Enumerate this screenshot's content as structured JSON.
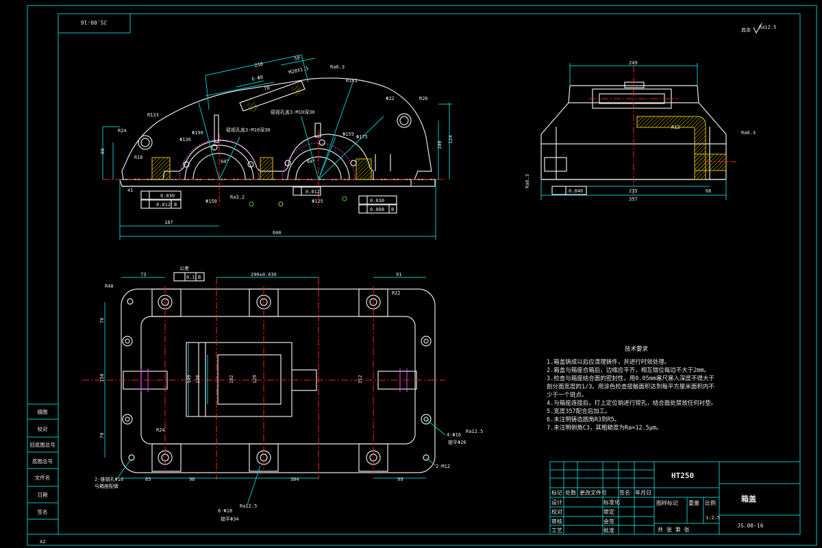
{
  "drawing_number": "JS.00-16",
  "drawing_number_mirrored": "JS.00-16",
  "surface_finish_note": "其余",
  "surface_finish_value": "Ra12.5",
  "material": "HT250",
  "part_name": "箱盖",
  "scale": "1:2.5",
  "sheet_text": "共 张 第 张",
  "title_block": {
    "revision_headers": [
      "标记",
      "处数",
      "更改文件号",
      "签名",
      "年月日"
    ],
    "roles": [
      "设计",
      "校对",
      "审核",
      "工艺"
    ],
    "role_right": [
      "标准化",
      "审定",
      "会签",
      "批准"
    ],
    "stage_headers": [
      "图样标记",
      "重量",
      "比例"
    ]
  },
  "side_labels": [
    "描图",
    "校对",
    "旧底图总号",
    "底图总号",
    "文件名",
    "日期",
    "签名"
  ],
  "page_number": "A2",
  "tech_req": {
    "title": "技术要求",
    "lines": [
      "1.箱盖铸成以后应清理铸件，并进行时效处理。",
      "2.箱盖与箱座合箱后，边缘应平齐，相互错位每边不大于2mm。",
      "3.检查与箱座结合面的密封性，用0.05mm塞尺塞入深度不得大于",
      "剖分面宽度的1/3。用涂色检查接触面积达到每平方厘米面积内不",
      "少于一个斑点。",
      "4.与箱座连接后，打上定位销进行镗孔，结合面处禁放任何衬垫。",
      "5.宽度357配合后加工。",
      "6.未注明铸造圆角R3到R5。",
      "7.未注明倒角C3，其粗糙度为Ra=12.5μm。"
    ]
  },
  "front_view": {
    "dims": [
      "210",
      "50",
      "M20X1.5",
      "6-Φ8",
      "70",
      "R181",
      "Φ22",
      "R26",
      "R133",
      "R24",
      "80",
      "100",
      "124",
      "Φ190",
      "Φ136",
      "Φ159",
      "Φ175",
      "R16",
      "60°",
      "60°",
      "41",
      "Φ150",
      "Φ125",
      "187",
      "600",
      "Ra3.2",
      "Ra6.3"
    ],
    "tol_boxes": [
      "0.030",
      "0.012",
      "0.012",
      "0.030",
      "0.008"
    ],
    "tol_letters": [
      "B",
      "B"
    ],
    "notes": [
      "窥视孔盖3-M10深30",
      "窥视孔盖3-M10深30"
    ]
  },
  "side_view": {
    "dims": [
      "249",
      "R12",
      "Ra6.3",
      "235",
      "357",
      "66",
      "0.040",
      "Ra6.3"
    ]
  },
  "top_view": {
    "dims": [
      "73",
      "200±0.036",
      "91",
      "R40",
      "R22",
      "76",
      "150",
      "70",
      "149",
      "130",
      "182",
      "129",
      "312",
      "R24",
      "65",
      "96",
      "304",
      "99",
      "4-Φ16",
      "Ra12.5",
      "锪平Φ26",
      "2-M12",
      "6-Φ18",
      "Ra12.5",
      "锪平Φ34",
      "2-锥销孔Φ10",
      "与箱座配做",
      "0.1",
      "B"
    ],
    "tol_header": "公差"
  }
}
